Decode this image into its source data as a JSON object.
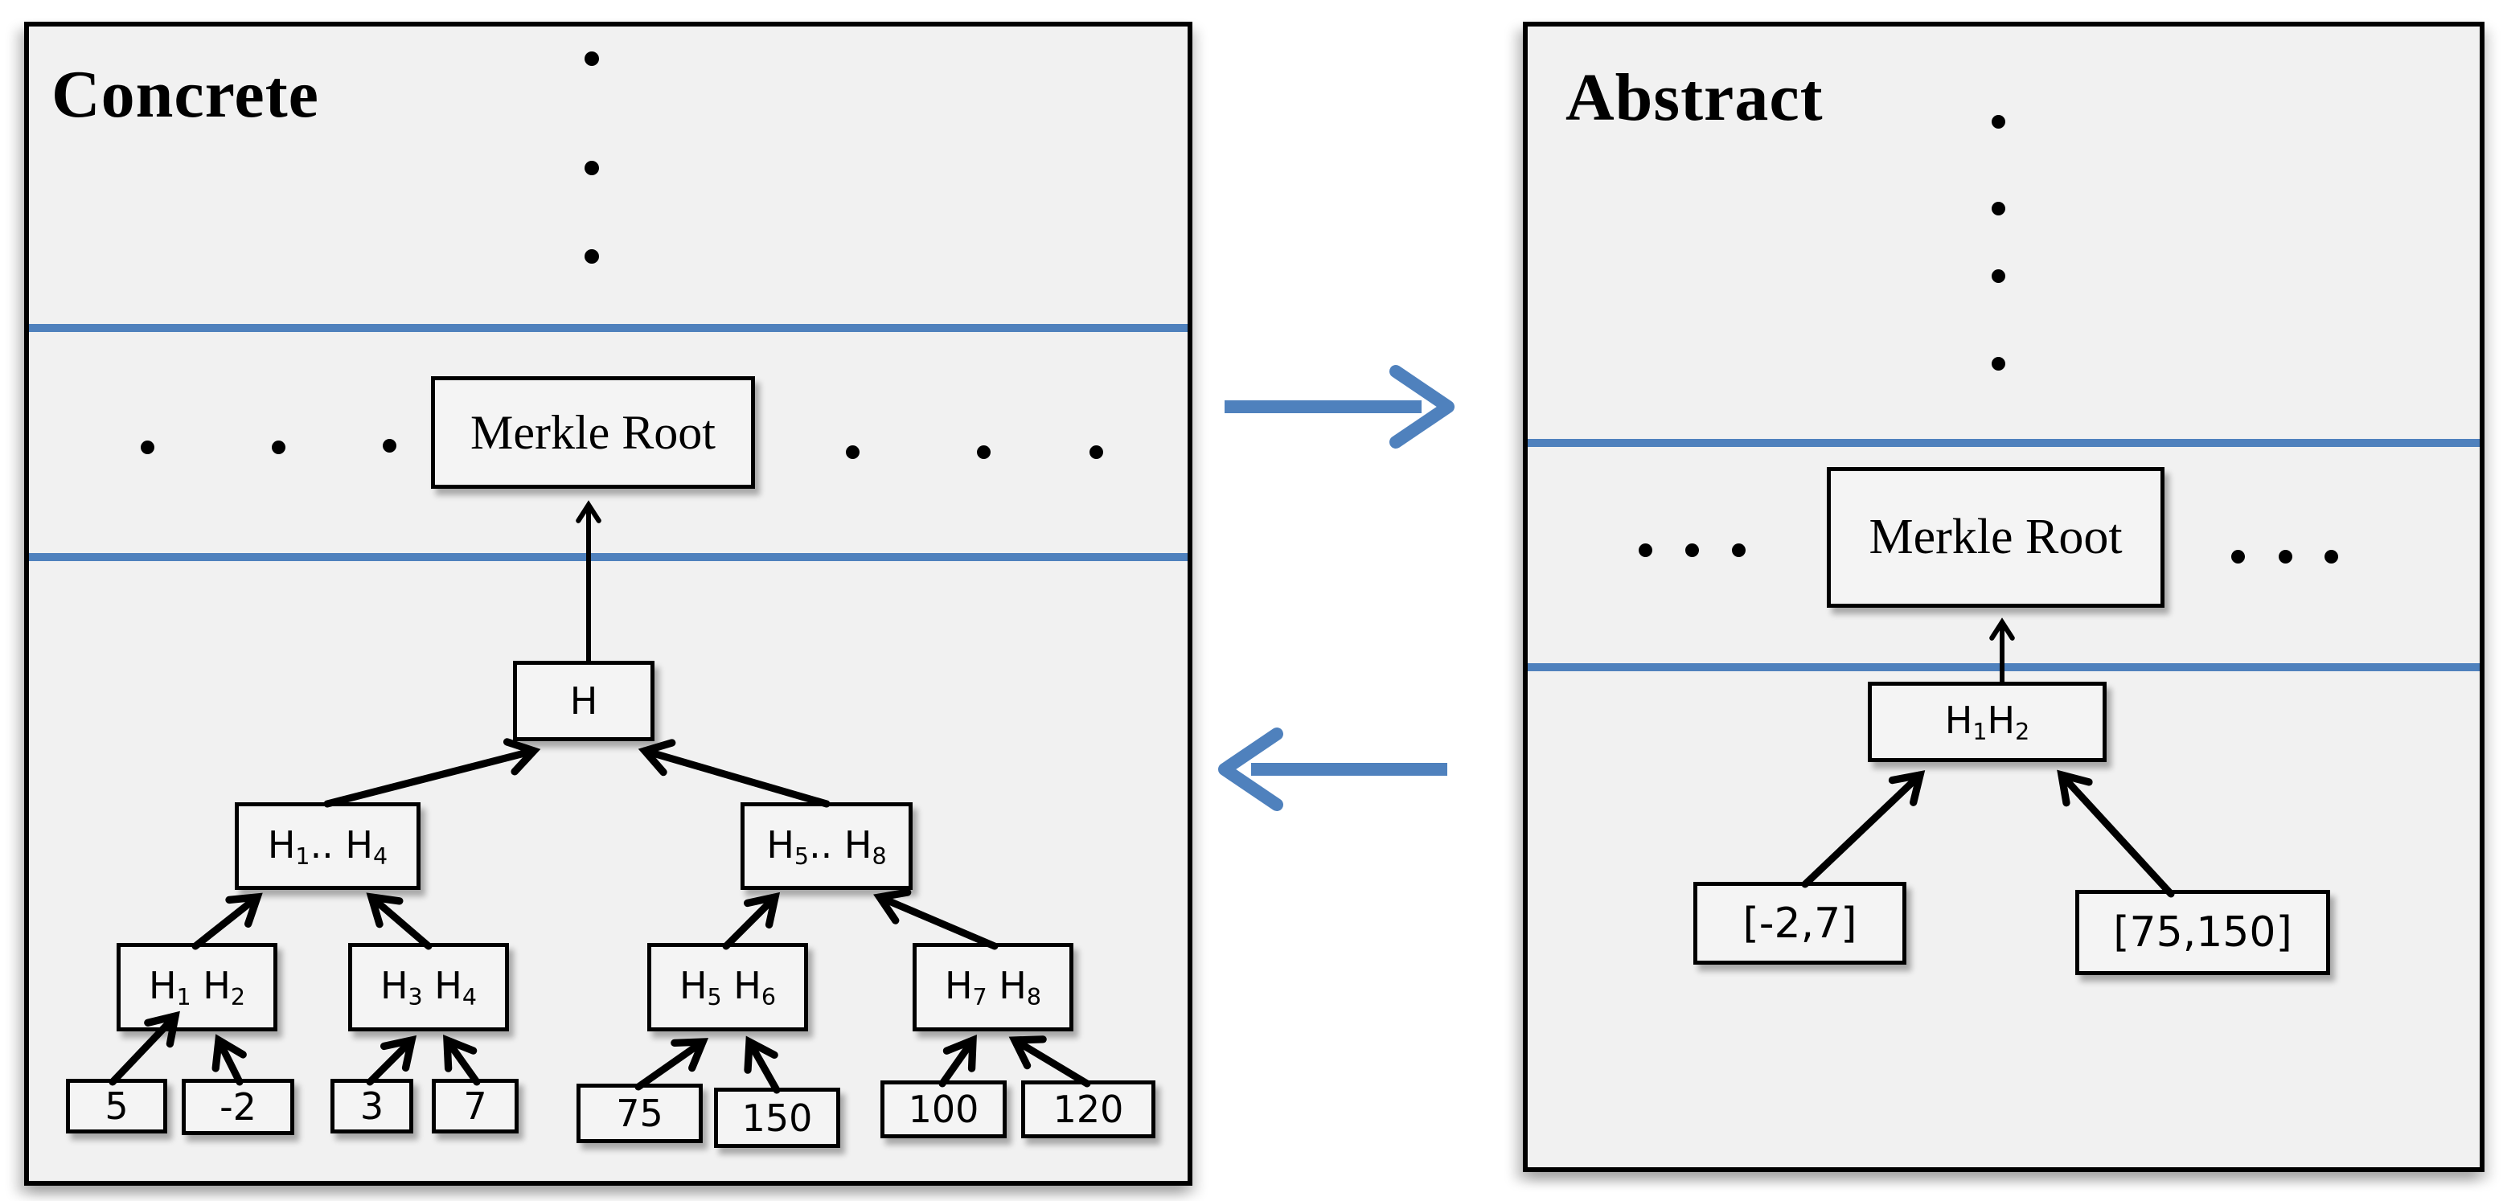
{
  "figure": {
    "left_panel": {
      "title": "Concrete",
      "merkle_root_label": "Merkle Root",
      "nodes": {
        "h": "H",
        "h1_4": "H_{1}.. H_{4}",
        "h5_8": "H_{5}.. H_{8}",
        "h1h2": "H_{1} H_{2}",
        "h3h4": "H_{3} H_{4}",
        "h5h6": "H_{5} H_{6}",
        "h7h8": "H_{7} H_{8}"
      },
      "leaves": [
        "5",
        "-2",
        "3",
        "7",
        "75",
        "150",
        "100",
        "120"
      ]
    },
    "right_panel": {
      "title": "Abstract",
      "merkle_root_label": "Merkle Root",
      "nodes": {
        "h1h2": "H_{1}H_{2}"
      },
      "leaves": [
        "[-2,7]",
        "[75,150]"
      ]
    },
    "relations": {
      "left_edges": [
        "5 -> H1 H2",
        "-2 -> H1 H2",
        "3 -> H3 H4",
        "7 -> H3 H4",
        "75 -> H5 H6",
        "150 -> H5 H6",
        "100 -> H7 H8",
        "120 -> H7 H8",
        "H1 H2 -> H1.. H4",
        "H3 H4 -> H1.. H4",
        "H5 H6 -> H5.. H8",
        "H7 H8 -> H5.. H8",
        "H1.. H4 -> H",
        "H5.. H8 -> H",
        "H -> Merkle Root"
      ],
      "right_edges": [
        "[-2,7] -> H1H2",
        "[75,150] -> H1H2",
        "H1H2 -> Merkle Root"
      ],
      "panel_mapping": [
        "Concrete -> Abstract",
        "Abstract -> Concrete"
      ]
    },
    "colors": {
      "accent_blue": "#4f81bd",
      "panel_bg": "#f1f1f1",
      "node_bg": "#f4f4f4",
      "line_black": "#000000"
    }
  }
}
